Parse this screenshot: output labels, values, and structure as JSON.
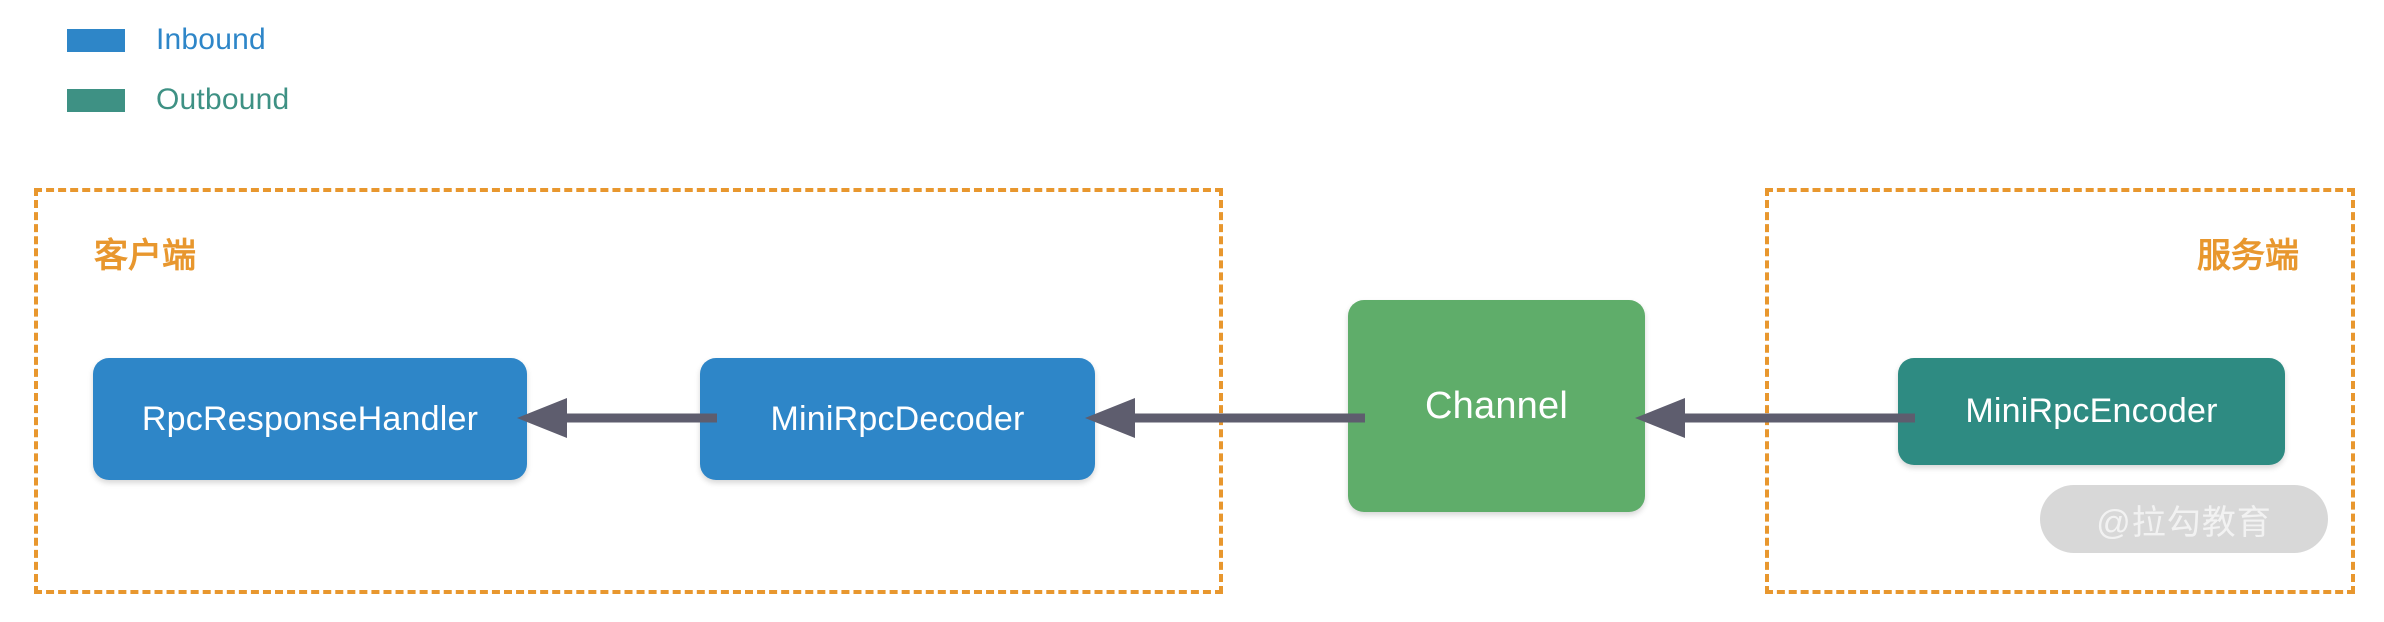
{
  "legend": {
    "items": [
      {
        "label": "Inbound",
        "swatch": "inbound",
        "color": "#2E86C8"
      },
      {
        "label": "Outbound",
        "swatch": "outbound",
        "color": "#3E9184"
      }
    ]
  },
  "zones": {
    "client": {
      "label": "客户端",
      "border_color": "#E8972E"
    },
    "server": {
      "label": "服务端",
      "border_color": "#E8972E"
    }
  },
  "nodes": {
    "response_handler": {
      "label": "RpcResponseHandler",
      "color": "#2E86C8",
      "direction": "inbound"
    },
    "decoder": {
      "label": "MiniRpcDecoder",
      "color": "#2E86C8",
      "direction": "inbound"
    },
    "channel": {
      "label": "Channel",
      "color": "#5FAD6A",
      "direction": "channel"
    },
    "encoder": {
      "label": "MiniRpcEncoder",
      "color": "#2E8B82",
      "direction": "outbound"
    }
  },
  "arrows": {
    "color": "#5E5D6E",
    "decoder_to_handler": {
      "from": "MiniRpcDecoder",
      "to": "RpcResponseHandler",
      "direction": "left"
    },
    "channel_to_decoder": {
      "from": "Channel",
      "to": "MiniRpcDecoder",
      "direction": "left"
    },
    "encoder_to_channel": {
      "from": "MiniRpcEncoder",
      "to": "Channel",
      "direction": "left"
    }
  },
  "watermark": {
    "text": "@拉勾教育",
    "background": "#D8D8D8",
    "text_color": "#F2F2F2"
  }
}
